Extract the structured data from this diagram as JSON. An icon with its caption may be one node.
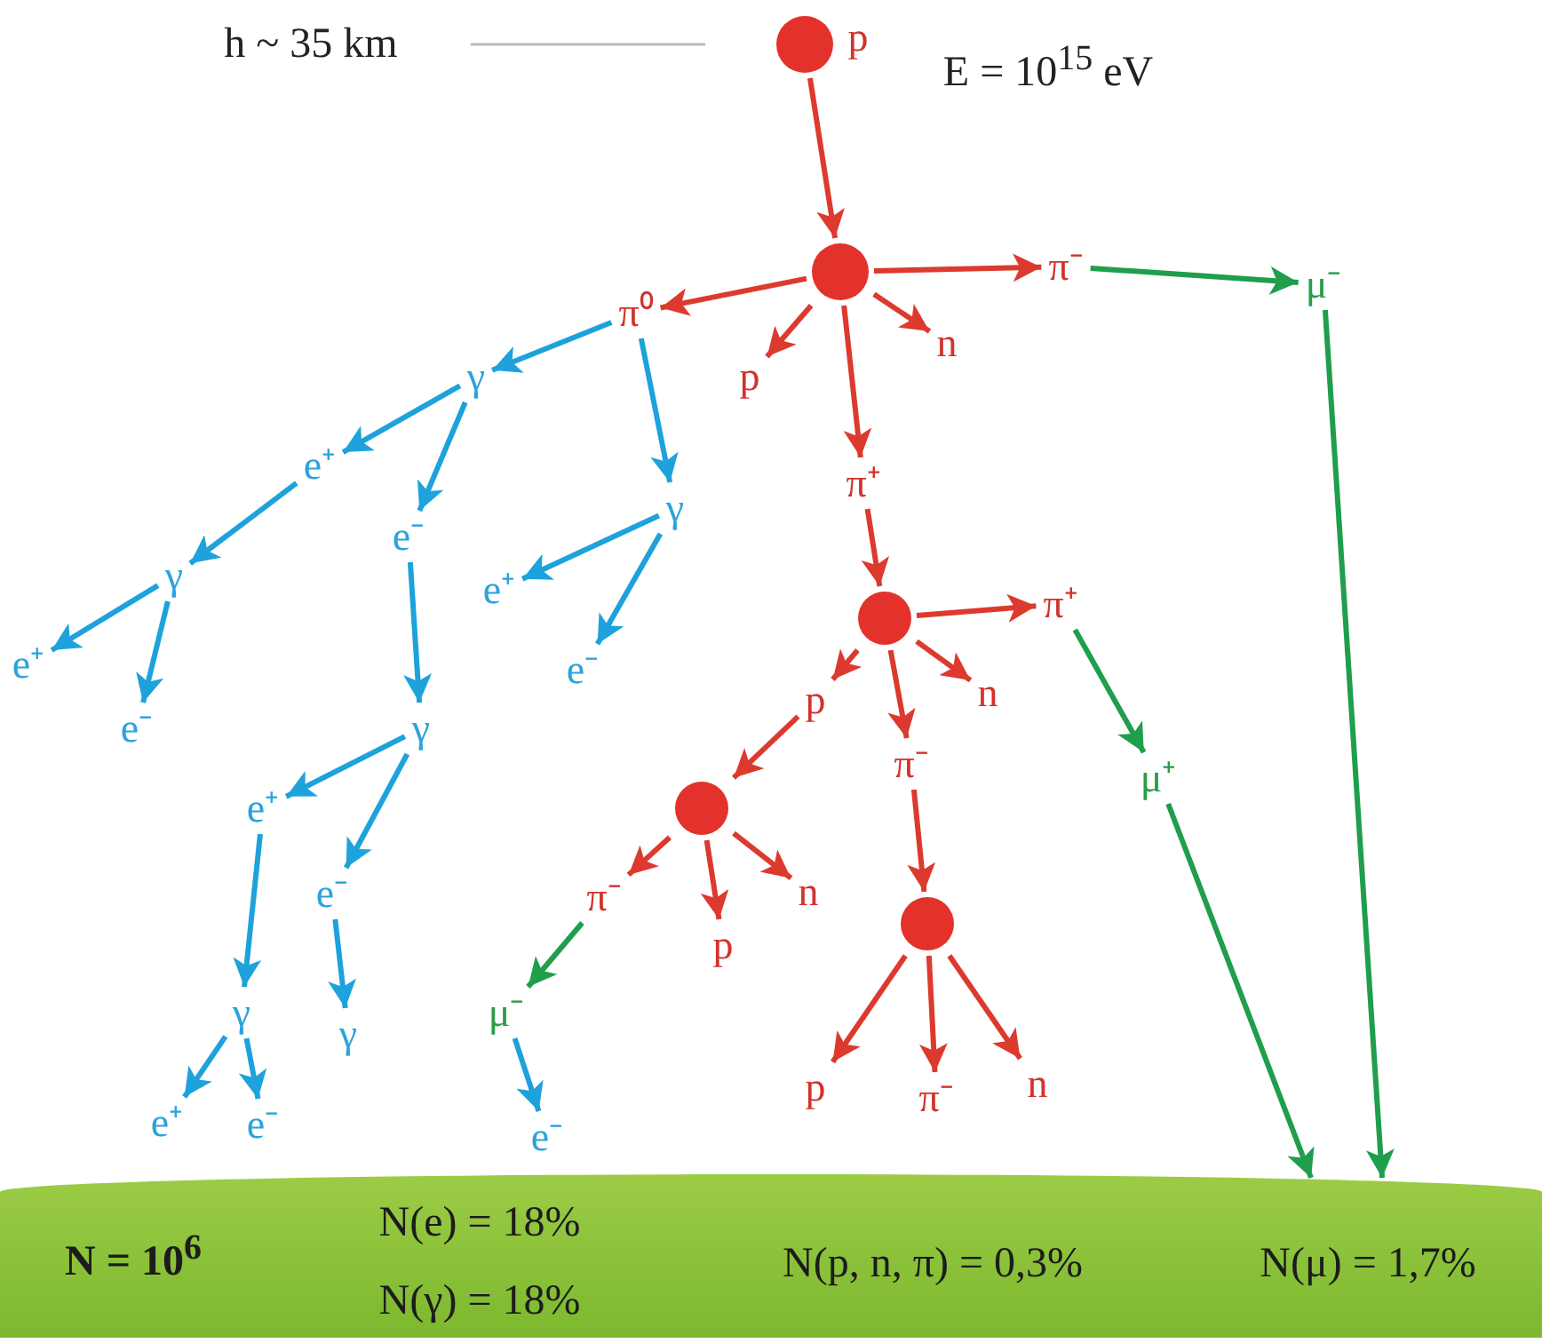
{
  "diagram": {
    "nodes": [
      {
        "text": [
          "h ~ 35 km"
        ]
      },
      {
        "text": [],
        "shape": "circle",
        "beside": [
          "p"
        ]
      },
      {
        "text": [],
        "shape": "circle"
      },
      {
        "text": [
          "π⁻"
        ]
      },
      {
        "text": [
          "μ⁻"
        ]
      },
      {
        "text": [
          "π⁰"
        ]
      },
      {
        "text": [
          "p"
        ]
      },
      {
        "text": [
          "n"
        ]
      },
      {
        "text": [
          "γ"
        ]
      },
      {
        "text": [
          "γ"
        ]
      },
      {
        "text": [
          "π⁺"
        ]
      },
      {
        "text": [
          "e⁺"
        ]
      },
      {
        "text": [
          "e⁻"
        ]
      },
      {
        "text": [
          "e⁺"
        ]
      },
      {
        "text": [
          "e⁻"
        ]
      },
      {
        "text": [
          "γ"
        ]
      },
      {
        "text": [
          "e⁺"
        ]
      },
      {
        "text": [
          "e⁻"
        ]
      },
      {
        "text": [],
        "shape": "circle"
      },
      {
        "text": [
          "π⁺"
        ]
      },
      {
        "text": [
          "p"
        ]
      },
      {
        "text": [
          "n"
        ]
      },
      {
        "text": [
          "π⁻"
        ]
      },
      {
        "text": [
          "μ⁺"
        ]
      },
      {
        "text": [
          "γ"
        ]
      },
      {
        "text": [
          "e⁺"
        ]
      },
      {
        "text": [
          "e⁻"
        ]
      },
      {
        "text": [],
        "shape": "circle"
      },
      {
        "text": [
          "π⁻"
        ]
      },
      {
        "text": [
          "p"
        ]
      },
      {
        "text": [
          "n"
        ]
      },
      {
        "text": [],
        "shape": "circle"
      },
      {
        "text": [
          "γ"
        ]
      },
      {
        "text": [
          "γ"
        ]
      },
      {
        "text": [
          "μ⁻"
        ]
      },
      {
        "text": [
          "e⁺"
        ]
      },
      {
        "text": [
          "e⁻"
        ]
      },
      {
        "text": [
          "e⁻"
        ]
      },
      {
        "text": [
          "p"
        ]
      },
      {
        "text": [
          "π⁻"
        ]
      },
      {
        "text": [
          "n"
        ]
      },
      {
        "text": [
          "N = 10$^{6}$",
          "N(e) = 18%",
          "N(γ) = 18%",
          "N(p, n, π) = 0,3%",
          "N(μ) = 1,7%"
        ]
      }
    ],
    "edges": [
      {
        "from": 0,
        "to": 1,
        "arrow": "none",
        "color": "#bbbbbb"
      },
      {
        "from": 1,
        "to": 2,
        "arrow": "to"
      },
      {
        "from": 2,
        "to": 3,
        "arrow": "to"
      },
      {
        "from": 3,
        "to": 4,
        "arrow": "to",
        "color": "#1f9e4b"
      },
      {
        "from": 2,
        "to": 5,
        "arrow": "to"
      },
      {
        "from": 2,
        "to": 6,
        "arrow": "to"
      },
      {
        "from": 2,
        "to": 7,
        "arrow": "to"
      },
      {
        "from": 2,
        "to": 10,
        "arrow": "to"
      },
      {
        "from": 5,
        "to": 8,
        "arrow": "to",
        "color": "#1ea2dc"
      },
      {
        "from": 5,
        "to": 9,
        "arrow": "to",
        "color": "#1ea2dc"
      },
      {
        "from": 8,
        "to": 11,
        "arrow": "to",
        "color": "#1ea2dc"
      },
      {
        "from": 8,
        "to": 12,
        "arrow": "to",
        "color": "#1ea2dc"
      },
      {
        "from": 9,
        "to": 13,
        "arrow": "to",
        "color": "#1ea2dc"
      },
      {
        "from": 9,
        "to": 14,
        "arrow": "to",
        "color": "#1ea2dc"
      },
      {
        "from": 11,
        "to": 15,
        "arrow": "to",
        "color": "#1ea2dc"
      },
      {
        "from": 15,
        "to": 16,
        "arrow": "to",
        "color": "#1ea2dc"
      },
      {
        "from": 15,
        "to": 17,
        "arrow": "to",
        "color": "#1ea2dc"
      },
      {
        "from": 12,
        "to": 24,
        "arrow": "to",
        "color": "#1ea2dc"
      },
      {
        "from": 10,
        "to": 18,
        "arrow": "to"
      },
      {
        "from": 18,
        "to": 19,
        "arrow": "to"
      },
      {
        "from": 18,
        "to": 20,
        "arrow": "to"
      },
      {
        "from": 18,
        "to": 21,
        "arrow": "to"
      },
      {
        "from": 18,
        "to": 22,
        "arrow": "to"
      },
      {
        "from": 19,
        "to": 23,
        "arrow": "to",
        "color": "#1f9e4b"
      },
      {
        "from": 24,
        "to": 25,
        "arrow": "to",
        "color": "#1ea2dc"
      },
      {
        "from": 24,
        "to": 26,
        "arrow": "to",
        "color": "#1ea2dc"
      },
      {
        "from": 20,
        "to": 27,
        "arrow": "to"
      },
      {
        "from": 27,
        "to": 28,
        "arrow": "to"
      },
      {
        "from": 27,
        "to": 29,
        "arrow": "to"
      },
      {
        "from": 27,
        "to": 30,
        "arrow": "to"
      },
      {
        "from": 22,
        "to": 31,
        "arrow": "to"
      },
      {
        "from": 25,
        "to": 32,
        "arrow": "to",
        "color": "#1ea2dc"
      },
      {
        "from": 26,
        "to": 33,
        "arrow": "to",
        "color": "#1ea2dc"
      },
      {
        "from": 28,
        "to": 34,
        "arrow": "to",
        "color": "#1f9e4b"
      },
      {
        "from": 32,
        "to": 35,
        "arrow": "to",
        "color": "#1ea2dc"
      },
      {
        "from": 32,
        "to": 36,
        "arrow": "to",
        "color": "#1ea2dc"
      },
      {
        "from": 34,
        "to": 37,
        "arrow": "to",
        "color": "#1ea2dc"
      },
      {
        "from": 31,
        "to": 38,
        "arrow": "to"
      },
      {
        "from": 31,
        "to": 39,
        "arrow": "to"
      },
      {
        "from": 31,
        "to": 40,
        "arrow": "to"
      },
      {
        "from": 4,
        "to": 41,
        "arrow": "to",
        "color": "#1f9e4b"
      },
      {
        "from": 23,
        "to": 41,
        "arrow": "to",
        "color": "#1f9e4b"
      }
    ],
    "labels": [
      "E = 10$^{15}$ eV"
    ]
  }
}
